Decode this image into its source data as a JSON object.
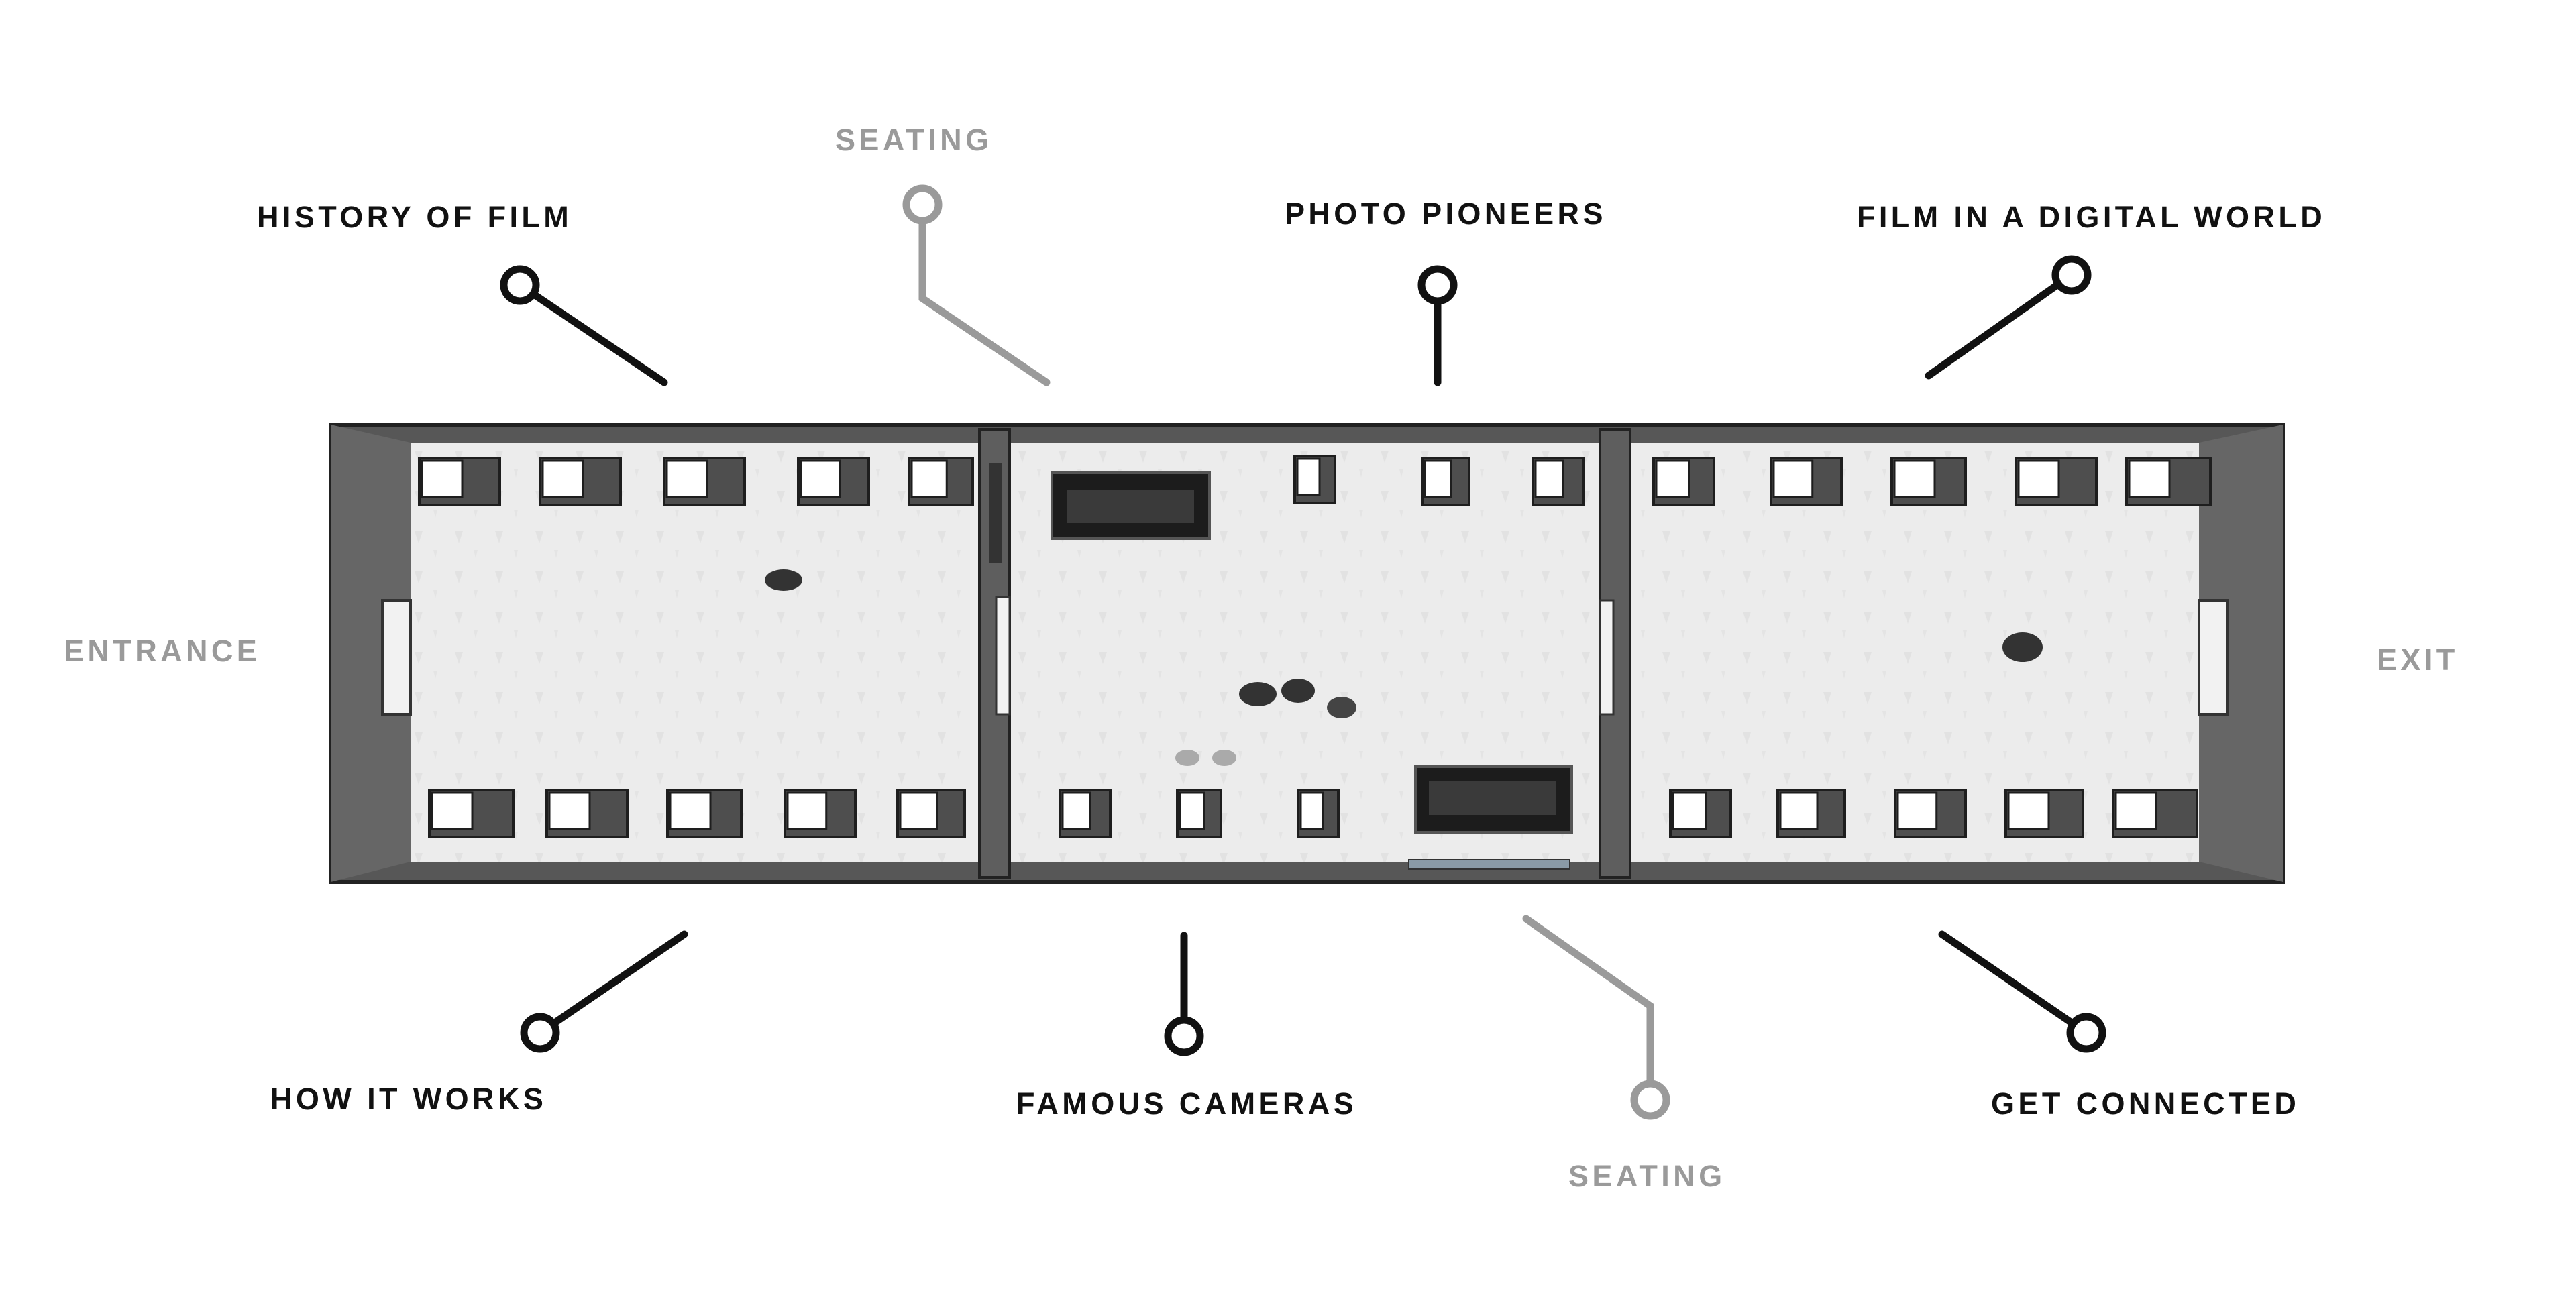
{
  "colors": {
    "ink": "#111111",
    "muted": "#9a9a9a",
    "wall": "#5a5a5a",
    "floor": "#e9e9e9",
    "box_dark": "#4e4e4e",
    "box_light": "#ffffff",
    "screen": "#1c1c1c"
  },
  "labels": {
    "history_of_film": "HISTORY OF FILM",
    "seating_top": "SEATING",
    "photo_pioneers": "PHOTO PIONEERS",
    "film_digital": "FILM IN A DIGITAL WORLD",
    "entrance": "ENTRANCE",
    "exit": "EXIT",
    "how_it_works": "HOW IT WORKS",
    "famous_cameras": "FAMOUS CAMERAS",
    "seating_bottom": "SEATING",
    "get_connected": "GET CONNECTED"
  }
}
